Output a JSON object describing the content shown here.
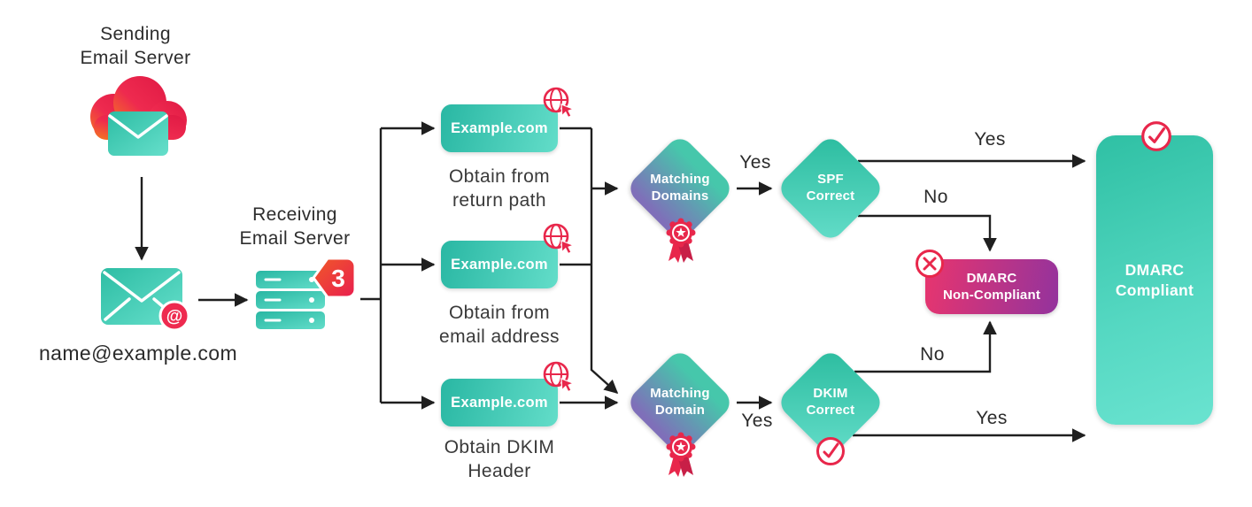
{
  "diagram": {
    "sending_server": {
      "title": "Sending\nEmail Server"
    },
    "sender_address": "name@example.com",
    "receiving_server": {
      "title": "Receiving\nEmail Server",
      "badge": "3"
    },
    "sources": [
      {
        "domain": "Example.com",
        "caption": "Obtain from\nreturn path"
      },
      {
        "domain": "Example.com",
        "caption": "Obtain from\nemail address"
      },
      {
        "domain": "Example.com",
        "caption": "Obtain DKIM\nHeader"
      }
    ],
    "decisions": {
      "matching_domains": "Matching\nDomains",
      "spf_correct": "SPF\nCorrect",
      "matching_domain": "Matching\nDomain",
      "dkim_correct": "DKIM\nCorrect"
    },
    "outcomes": {
      "compliant": "DMARC\nCompliant",
      "non_compliant": "DMARC\nNon-Compliant"
    },
    "edges": {
      "matching_domains_to_spf": "Yes",
      "spf_to_compliant": "Yes",
      "spf_to_non_compliant": "No",
      "matching_domain_to_dkim": "Yes",
      "dkim_to_non_compliant": "No",
      "dkim_to_compliant": "Yes"
    },
    "icons": {
      "at_badge": "@"
    },
    "colors": {
      "teal_dark": "#29b7a3",
      "teal_light": "#63ddc9",
      "purple": "#7f6fb9",
      "pink": "#e8356e",
      "magenta": "#93339d",
      "accent_red": "#e8274b",
      "accent_orange": "#f26522",
      "arrow": "#1f1f1f"
    }
  }
}
